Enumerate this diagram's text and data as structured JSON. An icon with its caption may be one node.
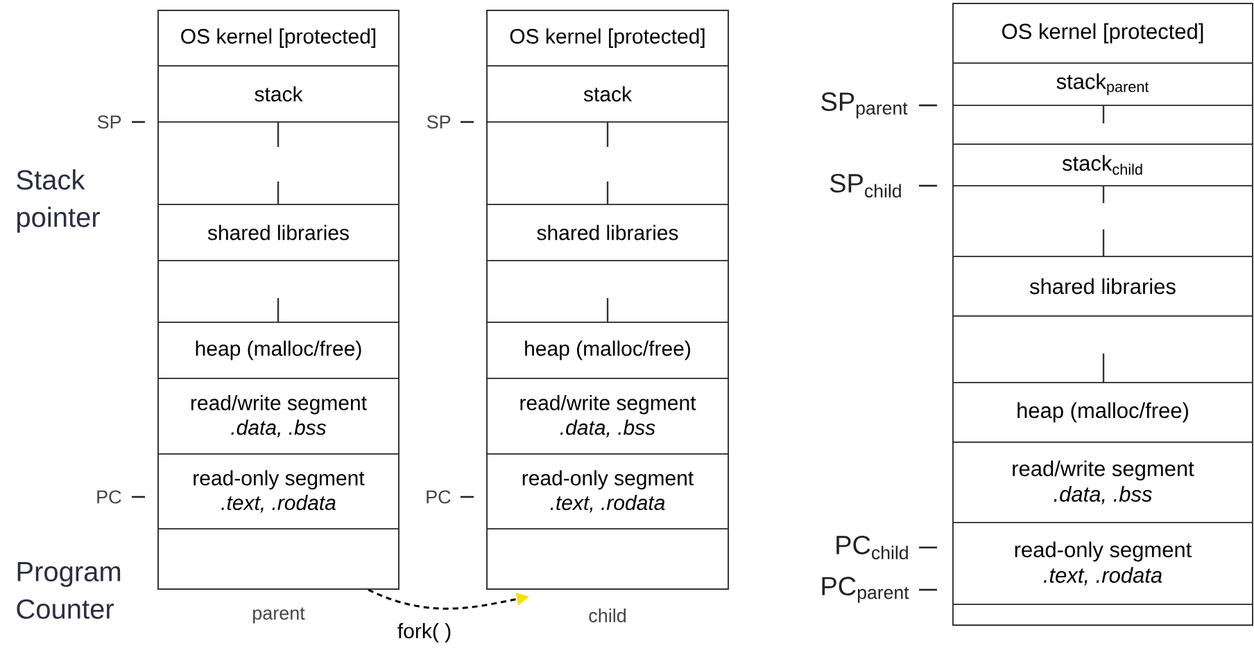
{
  "diagram": {
    "nodes": [
      {
        "text": [],
        "shape": "box",
        "beside": [
          "parent"
        ]
      },
      {
        "text": [
          "OS kernel [protected]"
        ],
        "in": 0
      },
      {
        "text": [
          "stack"
        ],
        "in": 0
      },
      {
        "text": [],
        "shape": "box",
        "in": 0
      },
      {
        "text": [
          "shared libraries"
        ],
        "in": 0
      },
      {
        "text": [],
        "shape": "box",
        "in": 0
      },
      {
        "text": [
          "heap (malloc/free)"
        ],
        "in": 0
      },
      {
        "text": [
          "read/write segment",
          ".data, .bss"
        ],
        "in": 0
      },
      {
        "text": [
          "read-only segment",
          ".text, .rodata"
        ],
        "in": 0
      },
      {
        "text": [],
        "shape": "box",
        "in": 0
      },
      {
        "text": [],
        "shape": "box",
        "beside": [
          "child"
        ]
      },
      {
        "text": [
          "OS kernel [protected]"
        ],
        "in": 10
      },
      {
        "text": [
          "stack"
        ],
        "in": 10
      },
      {
        "text": [],
        "shape": "box",
        "in": 10
      },
      {
        "text": [
          "shared libraries"
        ],
        "in": 10
      },
      {
        "text": [],
        "shape": "box",
        "in": 10
      },
      {
        "text": [
          "heap (malloc/free)"
        ],
        "in": 10
      },
      {
        "text": [
          "read/write segment",
          ".data, .bss"
        ],
        "in": 10
      },
      {
        "text": [
          "read-only segment",
          ".text, .rodata"
        ],
        "in": 10
      },
      {
        "text": [],
        "shape": "box",
        "in": 10
      },
      {
        "text": [],
        "shape": "box"
      },
      {
        "text": [
          "OS kernel [protected]"
        ],
        "in": 20
      },
      {
        "text": [
          "stack$_{parent}$"
        ],
        "in": 20
      },
      {
        "text": [],
        "shape": "box",
        "in": 20
      },
      {
        "text": [
          "stack$_{child}$"
        ],
        "in": 20
      },
      {
        "text": [],
        "shape": "box",
        "in": 20
      },
      {
        "text": [
          "shared libraries"
        ],
        "in": 20
      },
      {
        "text": [],
        "shape": "box",
        "in": 20
      },
      {
        "text": [
          "heap (malloc/free)"
        ],
        "in": 20
      },
      {
        "text": [
          "read/write segment",
          ".data, .bss"
        ],
        "in": 20
      },
      {
        "text": [
          "read-only segment",
          ".text, .rodata"
        ],
        "in": 20
      },
      {
        "text": [],
        "shape": "box",
        "in": 20
      }
    ],
    "edges": [
      {
        "from": 0,
        "to": 10,
        "arrow": "to",
        "style": "dashed",
        "label": "fork( )"
      }
    ],
    "labels": [
      "SP",
      "SP",
      "Stack pointer",
      "SP$_{parent}$",
      "SP$_{child}$",
      "PC",
      "PC",
      "PC$_{child}$",
      "PC$_{parent}$",
      "Program Counter"
    ]
  }
}
